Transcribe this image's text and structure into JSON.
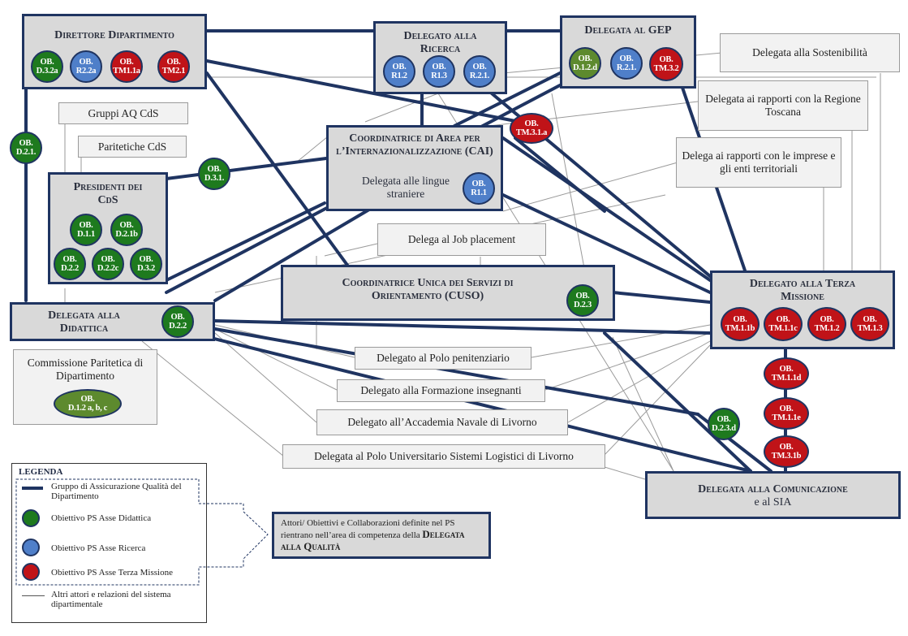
{
  "direttore": {
    "title": "Direttore Dipartimento",
    "obs": [
      [
        "OB.",
        "D.3.2a"
      ],
      [
        "OB.",
        "R2.2a"
      ],
      [
        "OB.",
        "TM1.1a"
      ],
      [
        "OB.",
        "TM2.1"
      ]
    ]
  },
  "ricerca": {
    "title": "Delegato alla Ricerca",
    "obs": [
      [
        "OB.",
        "R1.2"
      ],
      [
        "OB.",
        "R1.3"
      ],
      [
        "OB.",
        "R.2.1."
      ]
    ]
  },
  "gep": {
    "title": "Delegata al GEP",
    "obs": [
      [
        "OB.",
        "D.1.2.d"
      ],
      [
        "OB.",
        "R.2.1."
      ],
      [
        "OB.",
        "TM.3.2"
      ]
    ]
  },
  "sostenibilita": "Delegata alla Sostenibilità",
  "regione": "Delegata ai rapporti con la Regione Toscana",
  "imprese": "Delega ai rapporti con le imprese e gli enti territoriali",
  "gruppi_aq": "Gruppi AQ CdS",
  "paritetiche": "Paritetiche CdS",
  "presidenti": {
    "title": "Presidenti dei CdS",
    "obs": [
      [
        "OB.",
        "D.1.1"
      ],
      [
        "OB.",
        "D.2.1b"
      ],
      [
        "OB.",
        "D.2.2"
      ],
      [
        "OB.",
        "D.2.2c"
      ],
      [
        "OB.",
        "D.3.2"
      ]
    ]
  },
  "cai": {
    "title": "Coordinatrice di Area per l’Internazionalizzazione (CAI)",
    "sub": "Delegata alle lingue straniere",
    "ob": [
      "OB.",
      "R1.1"
    ]
  },
  "job": "Delega al Job placement",
  "cuso": {
    "title": "Coordinatrice Unica dei Servizi di Orientamento (CUSO)",
    "ob": [
      "OB.",
      "D.2.3"
    ]
  },
  "terza": {
    "title": "Delegato alla Terza Missione",
    "obs": [
      [
        "OB.",
        "TM.1.1b"
      ],
      [
        "OB.",
        "TM.1.1c"
      ],
      [
        "OB.",
        "TM.1.2"
      ],
      [
        "OB.",
        "TM.1.3"
      ]
    ]
  },
  "didattica": {
    "title": "Delegata alla Didattica",
    "ob": [
      "OB.",
      "D.2.2"
    ]
  },
  "commissione": {
    "title": "Commissione Paritetica di Dipartimento",
    "ob": [
      "OB.",
      "D.1.2 a, b, c"
    ]
  },
  "penitenziario": "Delegato al Polo penitenziario",
  "formazione": "Delegato alla Formazione insegnanti",
  "accademia": "Delegato all’Accademia Navale di Livorno",
  "polo_logistici": "Delegata al Polo Universitario Sistemi Logistici di Livorno",
  "comunicazione": {
    "title": "Delegata alla Comunicazione",
    "sub": "e al SIA"
  },
  "floating": {
    "d21": [
      "OB.",
      "D.2.1."
    ],
    "d31": [
      "OB.",
      "D.3.1."
    ],
    "tm31a": [
      "OB.",
      "TM.3.1.a"
    ],
    "tm11d": [
      "OB.",
      "TM.1.1d"
    ],
    "tm11e": [
      "OB.",
      "TM.1.1e"
    ],
    "tm31b": [
      "OB.",
      "TM.3.1b"
    ],
    "d23d": [
      "OB.",
      "D.2.3.d"
    ]
  },
  "legend": {
    "title": "LEGENDA",
    "aq": "Gruppo di Assicurazione Qualità del Dipartimento",
    "didattica": "Obiettivo PS Asse Didattica",
    "ricerca": "Obiettivo PS Asse Ricerca",
    "terza": "Obiettivo PS Asse Terza Missione",
    "altri": "Altri attori e relazioni del sistema dipartimentale"
  },
  "qualita": {
    "text": "Attori/ Obiettivi e Collaborazioni definite nel PS rientrano nell’area di competenza della",
    "strong": "Delegata alla Qualità"
  },
  "colors": {
    "box_border": "#1f3461",
    "didattica": "#1e7a1e",
    "ricerca": "#4f7fc9",
    "terza": "#c01318"
  }
}
